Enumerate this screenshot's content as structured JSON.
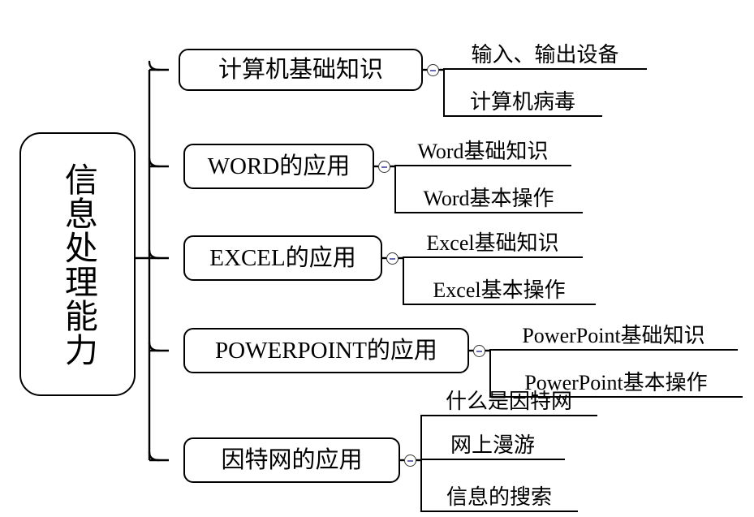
{
  "diagram": {
    "title": "信息处理能力",
    "type": "mind-map",
    "stroke_color": "#000000",
    "background_color": "#ffffff",
    "toggle_accent_color": "#6a6ab0"
  },
  "root": {
    "label": "信息处理能力",
    "orientation": "vertical"
  },
  "branches": [
    {
      "id": "computer-basics",
      "label": "计算机基础知识",
      "toggle": "minus-circle-icon",
      "leaves": [
        {
          "label": "输入、输出设备"
        },
        {
          "label": "计算机病毒"
        }
      ]
    },
    {
      "id": "word",
      "label": "WORD的应用",
      "toggle": "minus-circle-icon",
      "leaves": [
        {
          "label": "Word基础知识"
        },
        {
          "label": "Word基本操作"
        }
      ]
    },
    {
      "id": "excel",
      "label": "EXCEL的应用",
      "toggle": "minus-circle-icon",
      "leaves": [
        {
          "label": "Excel基础知识"
        },
        {
          "label": "Excel基本操作"
        }
      ]
    },
    {
      "id": "powerpoint",
      "label": "POWERPOINT的应用",
      "toggle": "minus-circle-icon",
      "leaves": [
        {
          "label": "PowerPoint基础知识"
        },
        {
          "label": "PowerPoint基本操作"
        }
      ]
    },
    {
      "id": "internet",
      "label": "因特网的应用",
      "toggle": "minus-circle-icon",
      "leaves": [
        {
          "label": "什么是因特网"
        },
        {
          "label": "网上漫游"
        },
        {
          "label": "信息的搜索"
        }
      ]
    }
  ]
}
